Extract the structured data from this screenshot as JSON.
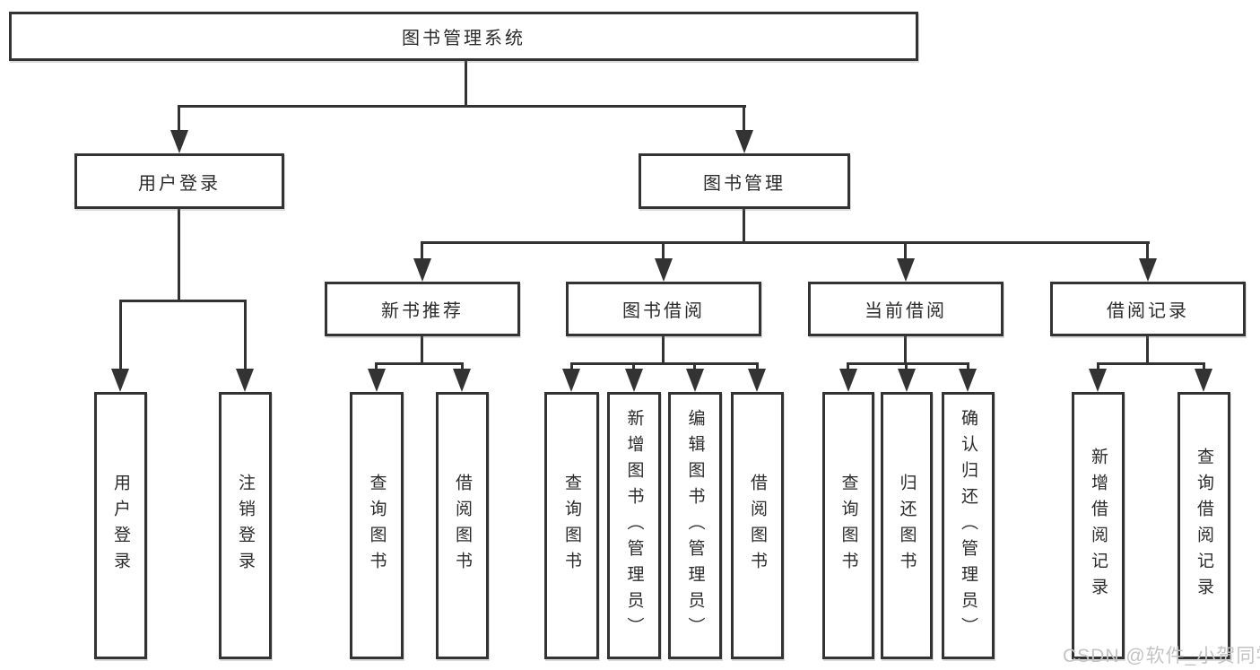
{
  "tree": {
    "root": {
      "label": "图书管理系统"
    },
    "children": [
      {
        "label": "用户登录",
        "children": [
          {
            "label": "用户登录"
          },
          {
            "label": "注销登录"
          }
        ]
      },
      {
        "label": "图书管理",
        "children": [
          {
            "label": "新书推荐",
            "children": [
              {
                "label": "查询图书"
              },
              {
                "label": "借阅图书"
              }
            ]
          },
          {
            "label": "图书借阅",
            "children": [
              {
                "label": "查询图书"
              },
              {
                "label": "新增图书（管理员）"
              },
              {
                "label": "编辑图书（管理员）"
              },
              {
                "label": "借阅图书"
              }
            ]
          },
          {
            "label": "当前借阅",
            "children": [
              {
                "label": "查询图书"
              },
              {
                "label": "归还图书"
              },
              {
                "label": "确认归还（管理员）"
              }
            ]
          },
          {
            "label": "借阅记录",
            "children": [
              {
                "label": "新增借阅记录"
              },
              {
                "label": "查询借阅记录"
              }
            ]
          }
        ]
      }
    ]
  },
  "watermark": {
    "text": "CSDN @软件_小贺同学"
  },
  "colors": {
    "line": "#333333",
    "text": "#2b2b2b",
    "watermark": "#c3c3c3",
    "background": "#ffffff"
  }
}
